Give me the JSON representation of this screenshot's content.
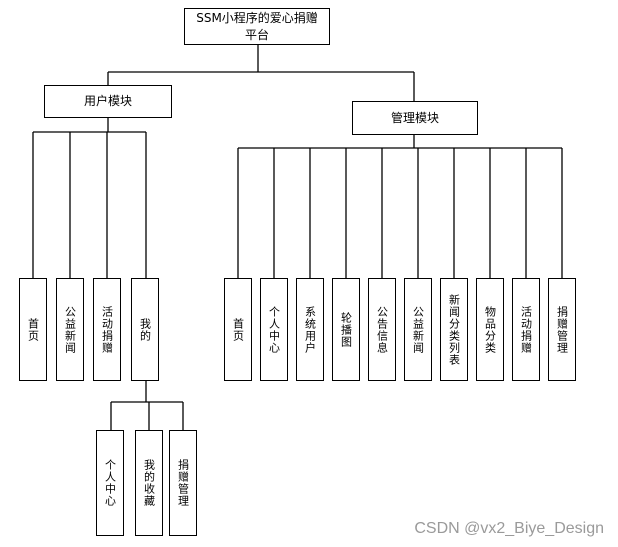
{
  "root": {
    "label": "SSM小程序的爱心捐赠平台"
  },
  "user_module": {
    "label": "用户模块",
    "children": [
      "首页",
      "公益新闻",
      "活动捐赠",
      "我的"
    ],
    "my_children": [
      "个人中心",
      "我的收藏",
      "捐赠管理"
    ]
  },
  "admin_module": {
    "label": "管理模块",
    "children": [
      "首页",
      "个人中心",
      "系统用户",
      "轮播图",
      "公告信息",
      "公益新闻",
      "新闻分类列表",
      "物品分类",
      "活动捐赠",
      "捐赠管理"
    ]
  },
  "watermark": "CSDN @vx2_Biye_Design"
}
